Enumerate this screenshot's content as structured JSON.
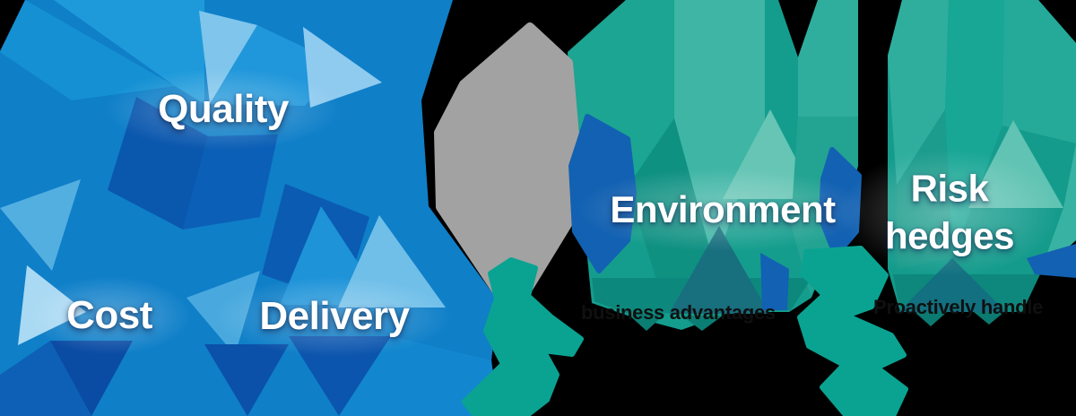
{
  "page": {
    "background": "#000000"
  },
  "qcd": {
    "quality": "Quality",
    "cost": "Cost",
    "delivery": "Delivery"
  },
  "environment": {
    "label": "Environment",
    "note": "business advantages"
  },
  "risk": {
    "line1": "Risk",
    "line2": "hedges",
    "note": "Proactively handle"
  },
  "colors": {
    "blue_main": "#0F7FC8",
    "blue_bright": "#1E93D8",
    "blue_royal": "#0A57AE",
    "blue_navy": "#0A4BA4",
    "blue_sky": "#54AFE1",
    "blue_pale": "#A9D9F3",
    "teal_main": "#149D8D",
    "teal_light": "#3EB5A5",
    "teal_pale": "#66C5B5",
    "teal_dark_band": "#0D887D",
    "teal_slate": "#186F7E",
    "gray_connector": "#A2A2A2",
    "blue_gem_connector": "#1261B2",
    "teal_ribbon": "#0AA392",
    "label_text": "#FFFFFF",
    "note_text": "#101010"
  }
}
